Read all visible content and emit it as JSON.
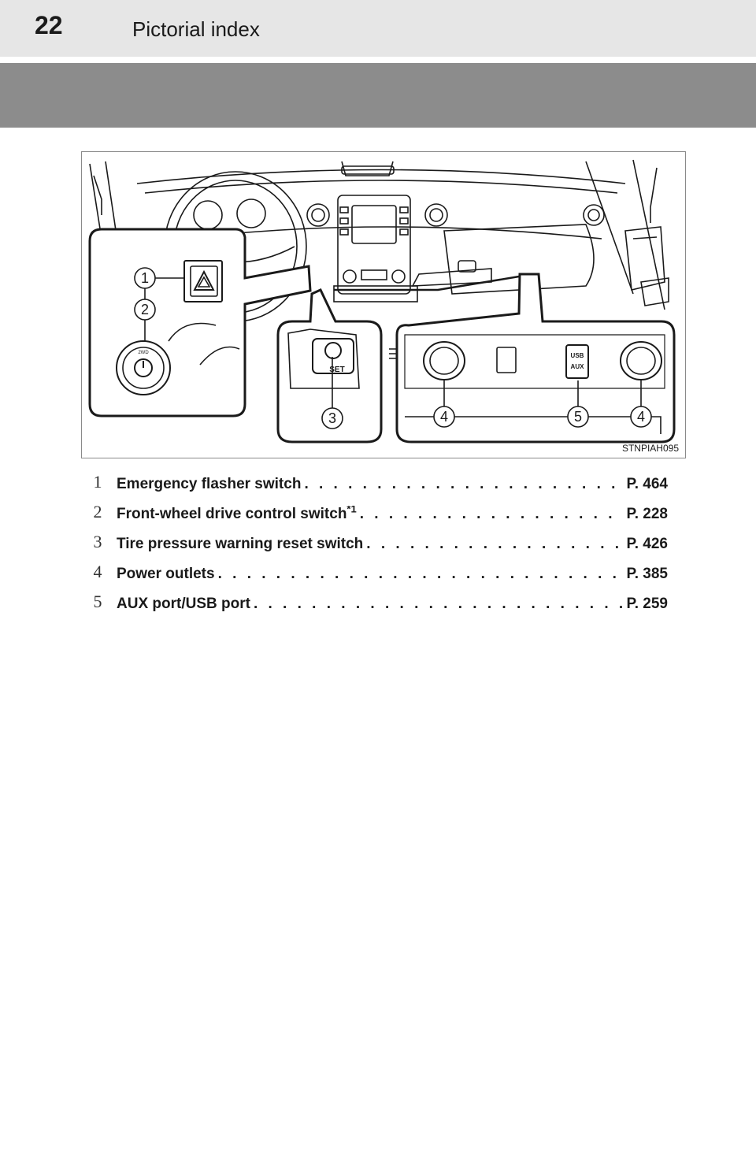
{
  "header": {
    "page_number": "22",
    "section_title": "Pictorial index"
  },
  "figure": {
    "id": "STNPIAH095",
    "callouts": [
      "1",
      "2",
      "3",
      "4",
      "5",
      "4"
    ],
    "labels": {
      "set": "SET",
      "usb": "USB",
      "aux": "AUX",
      "mode": "2WD"
    }
  },
  "legend": {
    "items": [
      {
        "num": "1",
        "label": "Emergency flasher switch",
        "sup": "",
        "ref": "P. 464"
      },
      {
        "num": "2",
        "label": "Front-wheel drive control switch",
        "sup": "*1",
        "ref": "P. 228"
      },
      {
        "num": "3",
        "label": "Tire pressure warning reset switch",
        "sup": "",
        "ref": "P. 426"
      },
      {
        "num": "4",
        "label": "Power outlets",
        "sup": "",
        "ref": "P. 385"
      },
      {
        "num": "5",
        "label": "AUX port/USB port",
        "sup": "",
        "ref": "P. 259"
      }
    ],
    "leader": ". . . . . . . . . . . . . . . . . . . . . . . . . . . . . . . . . . . . . . . . . . . . . . . . . ."
  },
  "colors": {
    "header_bg": "#e6e6e6",
    "band": "#8c8c8c",
    "line": "#1a1a1a"
  }
}
